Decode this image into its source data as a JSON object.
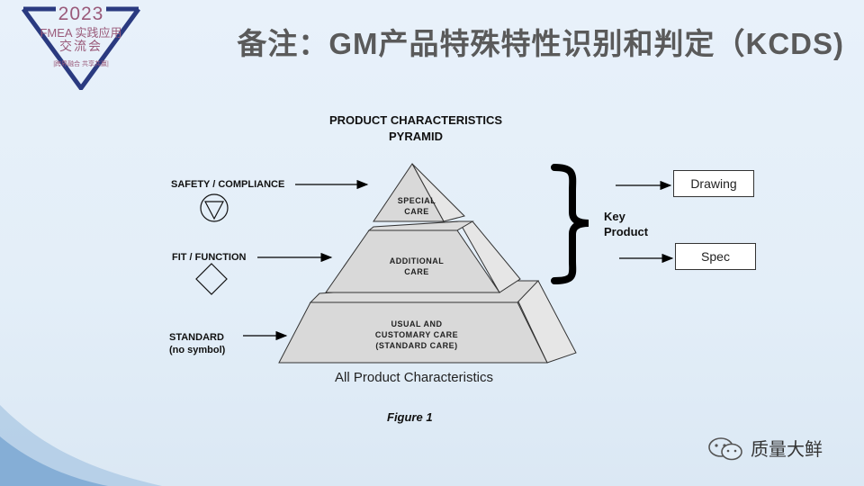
{
  "logo": {
    "year": "2023",
    "line2": "FMEA 实践应用",
    "line3": "交流会",
    "tagline": "|跨界融合 共享共赢|"
  },
  "title": "备注：GM产品特殊特性识别和判定（KCDS)",
  "pyramid": {
    "title_line1": "PRODUCT CHARACTERISTICS",
    "title_line2": "PYRAMID",
    "top_line1": "SPECIAL",
    "top_line2": "CARE",
    "mid_line1": "ADDITIONAL",
    "mid_line2": "CARE",
    "base_line1": "USUAL AND",
    "base_line2": "CUSTOMARY CARE",
    "base_line3": "(STANDARD CARE)",
    "caption": "All Product Characteristics"
  },
  "labels": {
    "safety": "SAFETY / COMPLIANCE",
    "fit": "FIT / FUNCTION",
    "standard_line1": "STANDARD",
    "standard_line2": "(no symbol)"
  },
  "key": {
    "line1": "Key",
    "line2": "Product"
  },
  "outputs": {
    "drawing": "Drawing",
    "spec": "Spec"
  },
  "figure": "Figure 1",
  "brand": "质量大鲜"
}
